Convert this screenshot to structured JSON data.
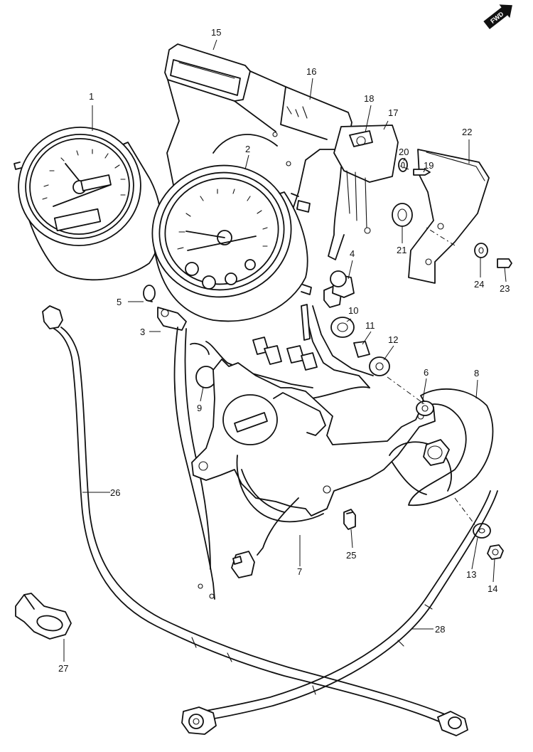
{
  "diagram": {
    "direction_badge": {
      "text": "FWD",
      "icon": "fwd-arrow-icon"
    },
    "callouts": [
      "1",
      "2",
      "3",
      "4",
      "5",
      "6",
      "7",
      "8",
      "9",
      "10",
      "11",
      "12",
      "13",
      "14",
      "15",
      "16",
      "17",
      "18",
      "19",
      "20",
      "21",
      "22",
      "23",
      "24",
      "25",
      "26",
      "27",
      "28"
    ]
  }
}
